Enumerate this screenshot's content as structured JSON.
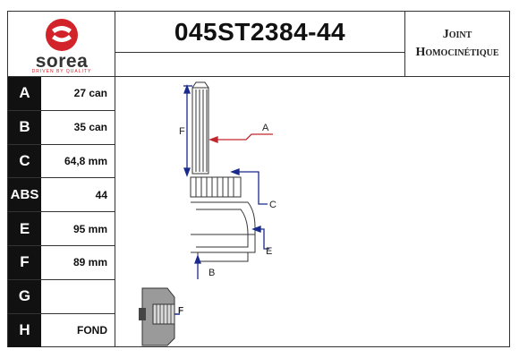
{
  "brand": {
    "name": "sorea",
    "tagline": "DRIVEN BY QUALITY",
    "accent_color": "#d2232a"
  },
  "header": {
    "reference": "045ST2384-44",
    "product_type_line1": "Joint",
    "product_type_line2": "Homocinétique"
  },
  "specs": [
    {
      "label": "A",
      "value": "27 can"
    },
    {
      "label": "B",
      "value": "35 can"
    },
    {
      "label": "C",
      "value": "64,8 mm"
    },
    {
      "label": "ABS",
      "value": "44"
    },
    {
      "label": "E",
      "value": "95 mm"
    },
    {
      "label": "F",
      "value": "89 mm"
    },
    {
      "label": "G",
      "value": ""
    },
    {
      "label": "H",
      "value": "FOND"
    }
  ],
  "diagram": {
    "labels": {
      "A": "A",
      "B": "B",
      "C": "C",
      "E": "E",
      "F": "F",
      "inset_F": "F"
    },
    "arrow_colors": {
      "A": "#c0272d",
      "dimensions": "#1a2a8c"
    }
  }
}
